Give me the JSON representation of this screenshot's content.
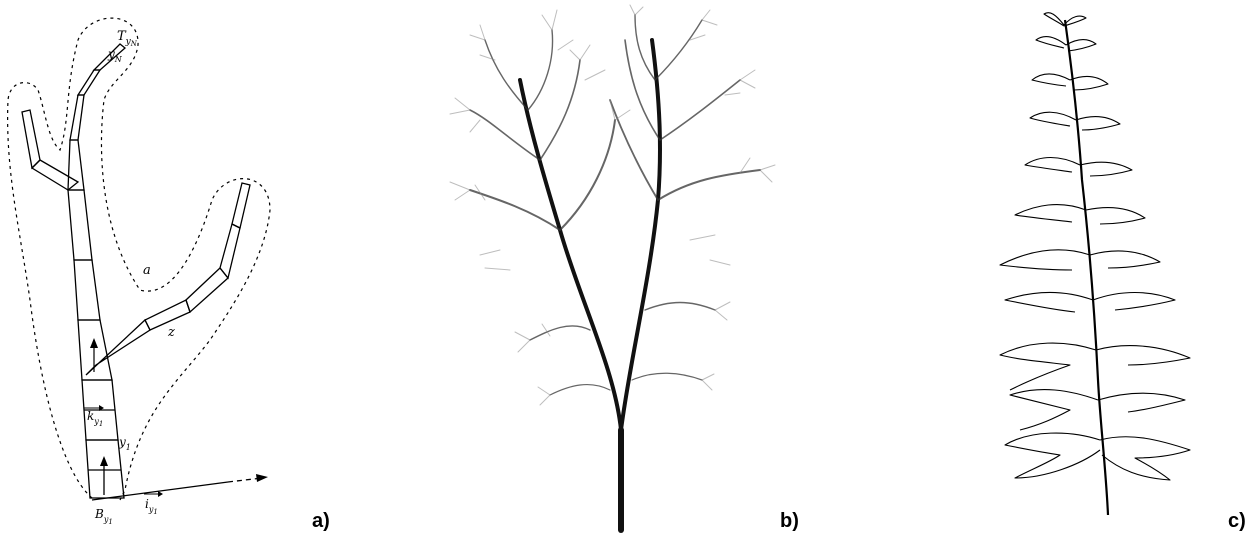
{
  "figure": {
    "panels": [
      {
        "id": "a",
        "label": "a)"
      },
      {
        "id": "b",
        "label": "b)"
      },
      {
        "id": "c",
        "label": "c)"
      }
    ],
    "annotations_a": {
      "tip": "T",
      "tip_sub": "y",
      "tip_subsub": "N",
      "node": "y",
      "node_sub": "N",
      "region": "a",
      "segment": "z",
      "k_vec": "k",
      "k_sub": "y",
      "k_subsub": "1",
      "y1": "y",
      "y1_sub": "1",
      "base": "B",
      "base_sub": "y",
      "base_subsub": "1",
      "i_vec": "i",
      "i_sub": "y",
      "i_subsub": "1"
    },
    "colors": {
      "ink": "#000000",
      "background": "#ffffff"
    }
  }
}
